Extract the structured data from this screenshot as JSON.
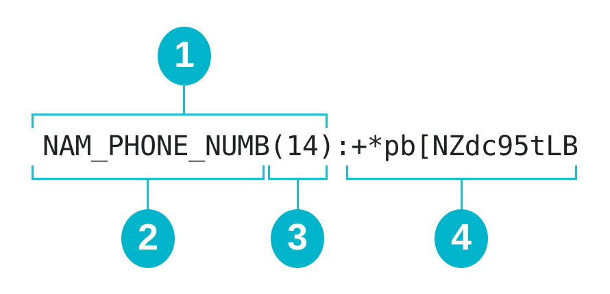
{
  "diagram": {
    "code_string": "NAM_PHONE_NUMB(14):+*pb[NZdc95tLB",
    "separator": ":",
    "segments": [
      {
        "id": "full-field",
        "text": "NAM_PHONE_NUMB(14)",
        "callout": "1"
      },
      {
        "id": "field-name",
        "text": "NAM_PHONE_NUMB",
        "callout": "2"
      },
      {
        "id": "length",
        "text": "(14)",
        "callout": "3"
      },
      {
        "id": "value",
        "text": "+*pb[NZdc95tLB",
        "callout": "4"
      }
    ],
    "colors": {
      "accent-badge": "#00b4cb",
      "accent-line": "#1cbdd2",
      "text-color": "#202124",
      "bg-color": "#ffffff"
    }
  }
}
